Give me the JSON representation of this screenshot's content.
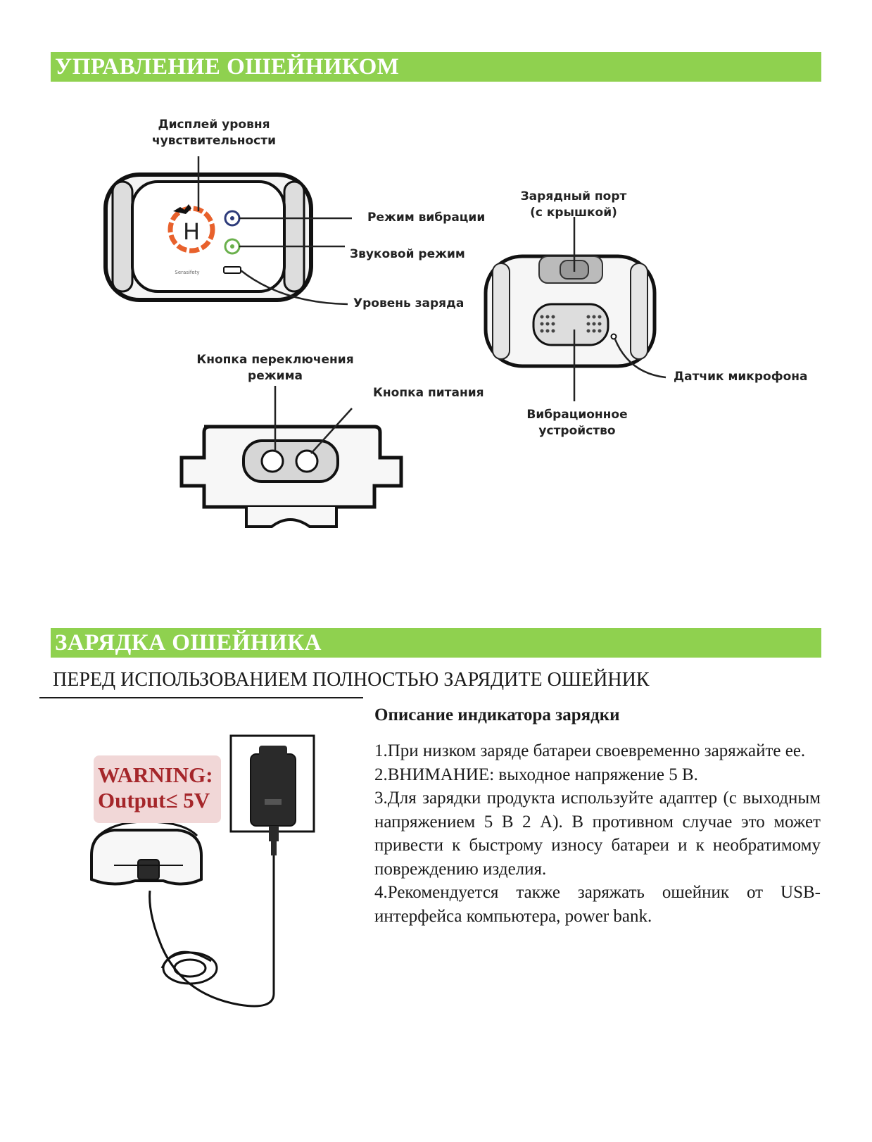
{
  "section1": {
    "title": "УПРАВЛЕНИЕ ОШЕЙНИКОМ",
    "labels": {
      "display": "Дисплей уровня\nчувствительности",
      "vibration_mode": "Режим вибрации",
      "sound_mode": "Звуковой режим",
      "charge_level": "Уровень заряда",
      "charging_port": "Зарядный порт\n(с крышкой)",
      "mic_sensor": "Датчик микрофона",
      "vibration_device": "Вибрационное\nустройство",
      "mode_button": "Кнопка переключения\nрежима",
      "power_button": "Кнопка питания"
    },
    "display_letter": "H",
    "brand_text": "Serasifety"
  },
  "section2": {
    "title": "ЗАРЯДКА ОШЕЙНИКА",
    "subtitle": "ПЕРЕД ИСПОЛЬЗОВАНИЕМ ПОЛНОСТЬЮ ЗАРЯДИТЕ ОШЕЙНИК",
    "warning": {
      "line1": "WARNING:",
      "line2": "Output≤ 5V"
    },
    "description": {
      "title": "Описание индикатора зарядки",
      "items": [
        "1.При низком заряде батареи своевременно заряжайте ее.",
        "2.ВНИМАНИЕ: выходное напряжение 5 В.",
        "3.Для зарядки продукта используйте адаптер (с выходным напряжением 5 В 2 А). В противном случае это может привести к быстрому износу батареи и к необратимому повреждению изделия.",
        "4.Рекомендуется также заряжать ошейник от USB-интерфейса компьютера, power bank."
      ]
    }
  },
  "colors": {
    "section_bar": "#8fd14f",
    "warning_bg": "#f1d7d7",
    "warning_text": "#a5262a",
    "display_ring": "#e8612c",
    "label_line": "#222222"
  }
}
